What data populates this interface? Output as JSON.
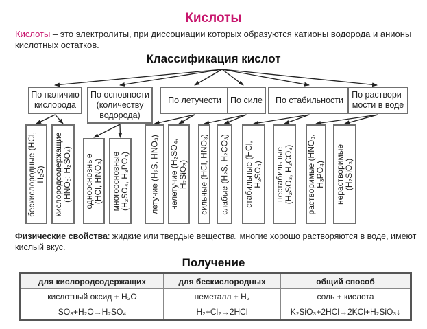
{
  "title": "Кислоты",
  "intro": {
    "term": "Кислоты",
    "text": " – это электролиты, при диссоциации которых образуются катионы водорода и анионы кислотных остатков."
  },
  "classification": {
    "title": "Классификация кислот",
    "categories": [
      {
        "label": "По наличию кислорода",
        "children": [
          "бескислородные (HCl, H₂S)",
          "кислородсодержащие (HNO₃; H₂SO₄)"
        ]
      },
      {
        "label": "По основности (количеству водорода)",
        "children": [
          "одноосновные (HCl, HNO₃)",
          "многоосновные (H₂SO₄, H₃PO₄)"
        ]
      },
      {
        "label": "По летучести",
        "children": [
          "летучие (H₂S, HNO₃)",
          "нелетучие (H₂SO₄, H₂SiO₃)"
        ]
      },
      {
        "label": "По силе",
        "children": [
          "сильные (HCl, HNO₃)",
          "слабые (H₂S, H₂CO₃)"
        ]
      },
      {
        "label": "По стабильности",
        "children": [
          "стабильные (HCl, H₂SO₄)",
          "нестабильные (H₂SO₃, H₂CO₃)"
        ]
      },
      {
        "label": "По раствори-мости в воде",
        "children": [
          "растворимые (HNO₃, H₃PO₄)",
          "нерастворимые (H₂SiO₃)"
        ]
      }
    ],
    "leaf_lines": [
      [
        "бескислородные (HCl,",
        "H₂S)"
      ],
      [
        "кислородсодержащие",
        "(HNO₃; H₂SO₄)"
      ],
      [
        "одноосновные",
        "(HCl, HNO₃)"
      ],
      [
        "многоосновные",
        "(H₂SO₄, H₃PO₄)"
      ],
      [
        "летучие (H₂S, HNO₃)"
      ],
      [
        "нелетучие (H₂SO₄,",
        "H₂SiO₃)"
      ],
      [
        "сильные (HCl, HNO₃)"
      ],
      [
        "слабые (H₂S, H₂CO₃)"
      ],
      [
        "стабильные (HCl,",
        "H₂SO₄)"
      ],
      [
        "нестабильные",
        "(H₂SO₃, H₂CO₃)"
      ],
      [
        "растворимые (HNO₃,",
        "H₃PO₄)"
      ],
      [
        "нерастворимые",
        "(H₂SiO₃)"
      ]
    ],
    "category_lines": [
      [
        "По наличию",
        "кислорода"
      ],
      [
        "По основности",
        "(количеству",
        "водорода)"
      ],
      [
        "По летучести"
      ],
      [
        "По силе"
      ],
      [
        "По стабильности"
      ],
      [
        "По раствори-",
        "мости в воде"
      ]
    ]
  },
  "physical": {
    "label": "Физические свойства",
    "text": ": жидкие или твердые вещества, многие хорошо растворяются в воде, имеют кислый вкус."
  },
  "preparation": {
    "title": "Получение",
    "headers": [
      "для кислородсодержащих",
      "для бескислородных",
      "общий способ"
    ],
    "rows": [
      [
        "кислотный оксид + H₂O",
        "неметалл + H₂",
        "соль + кислота"
      ],
      [
        "SO₃+H₂O→H₂SO₄",
        "H₂+Cl₂→2HCl",
        "K₂SiO₃+2HCl→2KCl+H₂SiO₃↓"
      ]
    ]
  },
  "colors": {
    "accent": "#c8176e",
    "border": "#707070"
  }
}
